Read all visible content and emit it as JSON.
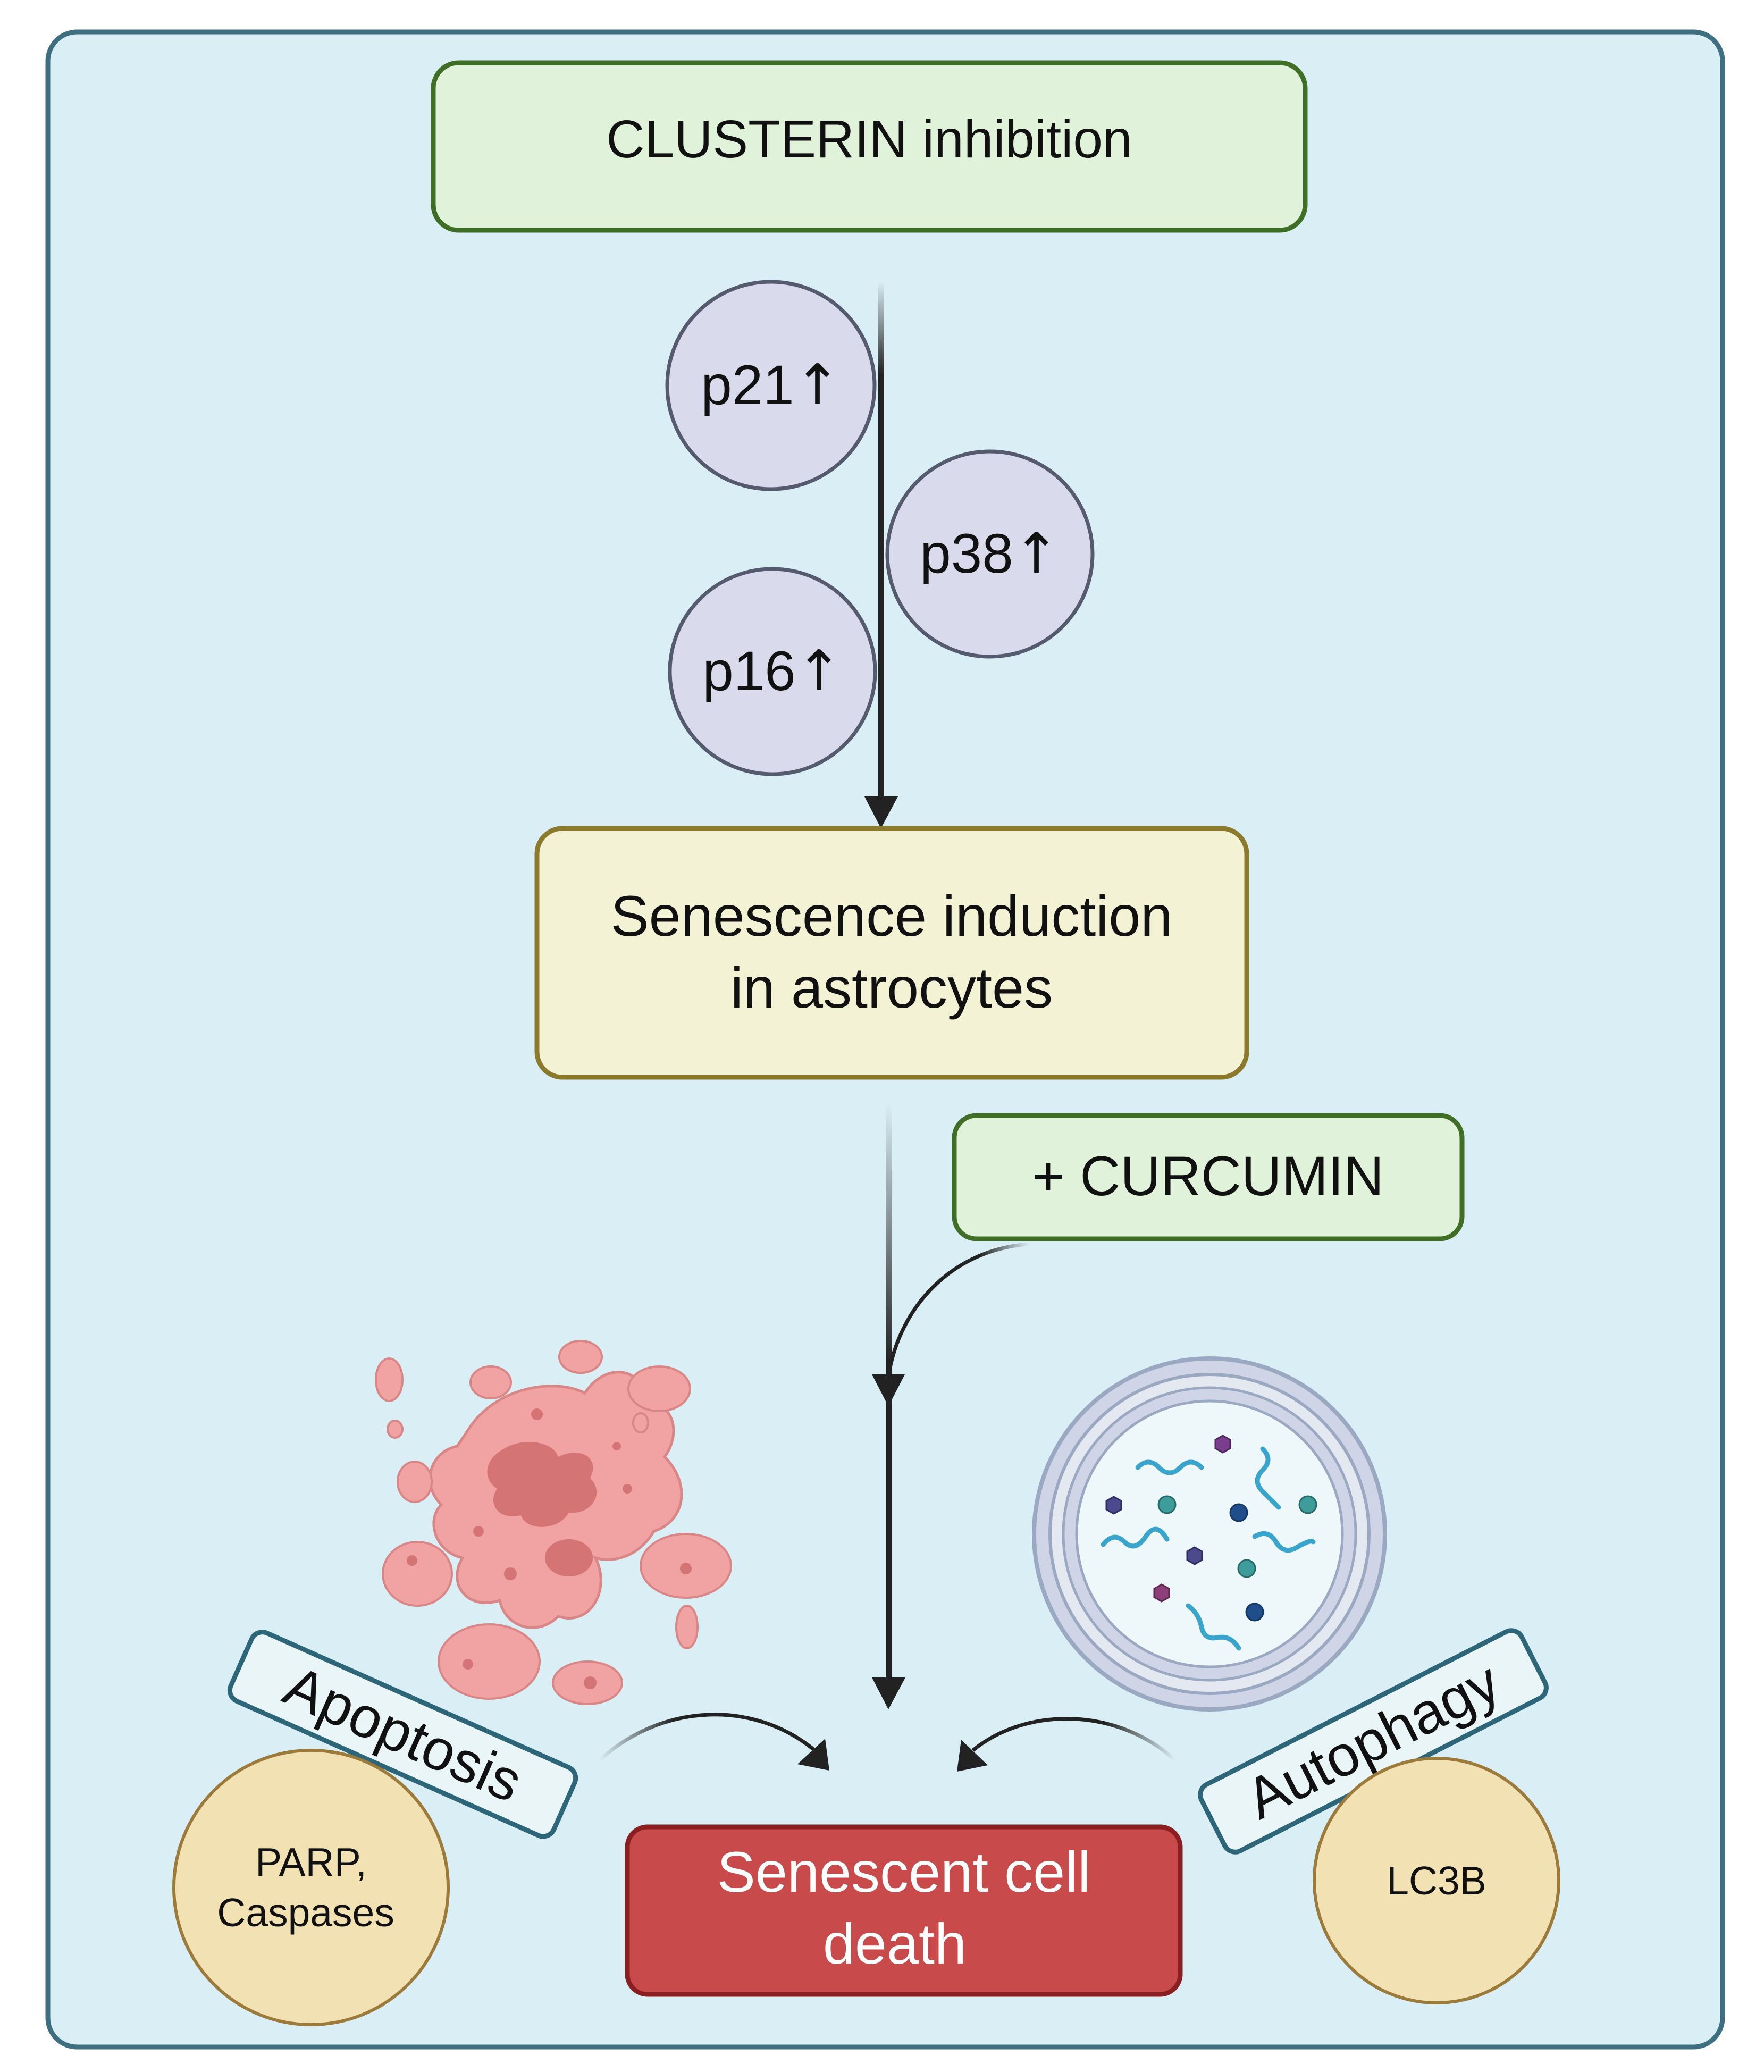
{
  "top_box": {
    "label": "CLUSTERIN inhibition"
  },
  "markers": [
    {
      "name": "p21",
      "arrow": "↑"
    },
    {
      "name": "p38",
      "arrow": "↑"
    },
    {
      "name": "p16",
      "arrow": "↑"
    }
  ],
  "middle_box": {
    "line1": "Senescence induction",
    "line2": "in astrocytes"
  },
  "curcumin_box": {
    "label": "+ CURCUMIN"
  },
  "apoptosis": {
    "label": "Apoptosis",
    "markers_line1": "PARP,",
    "markers_line2": "Caspases"
  },
  "autophagy": {
    "label": "Autophagy",
    "marker": "LC3B"
  },
  "result_box": {
    "line1": "Senescent cell",
    "line2": "death"
  },
  "colors": {
    "panel_bg": "#d9eef5",
    "panel_border": "#3d6f80",
    "green_box_fill": "#e0f3da",
    "green_box_border": "#3f6e26",
    "yellow_box_fill": "#f4f2d4",
    "yellow_box_border": "#8c7a2c",
    "marker_fill": "#d9dbec",
    "marker_border": "#565a6e",
    "tag_fill": "#eaf5f8",
    "tag_border": "#2e6679",
    "beige_fill": "#f2e1b3",
    "beige_border": "#9b7a3a",
    "death_fill": "#c94a4a",
    "death_border": "#8a1f22",
    "apoptotic_fill": "#f1a2a2",
    "apoptotic_dark": "#d47474",
    "vesicle_ring": "#9ba8c2"
  }
}
